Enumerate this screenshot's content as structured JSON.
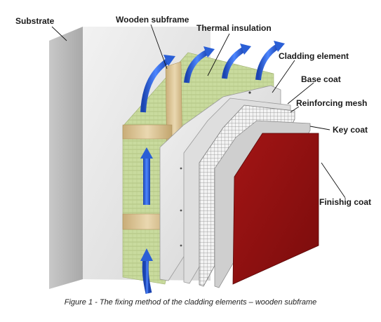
{
  "labels": {
    "substrate": "Substrate",
    "wooden_subframe": "Wooden subframe",
    "thermal_insulation": "Thermal insulation",
    "cladding_element": "Cladding element",
    "base_coat": "Base coat",
    "reinforcing_mesh": "Reinforcing mesh",
    "key_coat": "Key coat",
    "finishing_coat": "Finishig coat"
  },
  "caption": "Figure 1 - The fixing method of the cladding elements – wooden subframe",
  "colors": {
    "substrate": "#dcdcdc",
    "insulation": "#c6d89a",
    "wood": "#d9c49a",
    "board": "#e4e4e4",
    "finish": "#8e1212",
    "arrow": "#2a5fd6"
  }
}
